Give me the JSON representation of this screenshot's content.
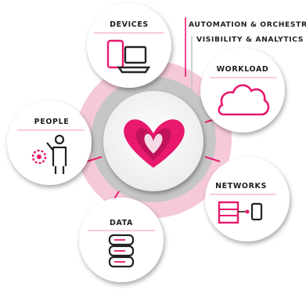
{
  "labels": {
    "automation": "AUTOMATION & ORCHESTRATION",
    "visibility": "VISIBILITY & ANALYTICS"
  },
  "nodes": [
    {
      "id": "devices",
      "label": "DEVICES",
      "icon": "devices-icon"
    },
    {
      "id": "workload",
      "label": "WORKLOAD",
      "icon": "cloud-icon"
    },
    {
      "id": "people",
      "label": "PEOPLE",
      "icon": "person-gear-icon"
    },
    {
      "id": "networks",
      "label": "NETWORKS",
      "icon": "network-icon"
    },
    {
      "id": "data",
      "label": "DATA",
      "icon": "database-icon"
    }
  ],
  "colors": {
    "accent": "#e8196e",
    "ring_outer": "#f6c9d9",
    "ring_mid": "#c9c9c9",
    "node_fill": "#ffffff",
    "text": "#1e1e1e"
  }
}
